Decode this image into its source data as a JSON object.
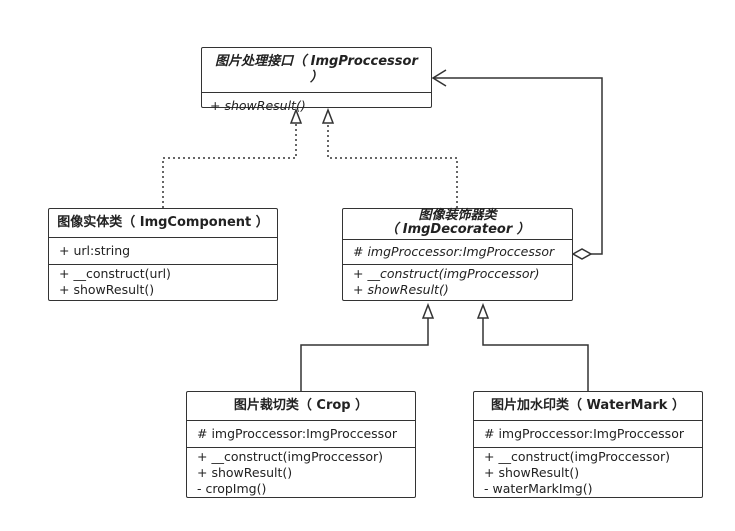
{
  "classes": {
    "processor": {
      "title": "图片处理接口（ ImgProccessor ）",
      "methods": [
        "+ showResult()"
      ]
    },
    "component": {
      "title": "图像实体类（ ImgComponent ）",
      "attributes": [
        "+ url:string"
      ],
      "methods": [
        "+ __construct(url)",
        "+ showResult()"
      ]
    },
    "decorator": {
      "title_line1": "图像装饰器类",
      "title_line2": "（ ImgDecorateor ）",
      "attributes": [
        "# imgProccessor:ImgProccessor"
      ],
      "methods": [
        "+ __construct(imgProccessor)",
        "+ showResult()"
      ]
    },
    "crop": {
      "title": "图片裁切类（ Crop ）",
      "attributes": [
        "# imgProccessor:ImgProccessor"
      ],
      "methods": [
        "+ __construct(imgProccessor)",
        "+ showResult()",
        "- cropImg()"
      ]
    },
    "watermark": {
      "title": "图片加水印类（ WaterMark ）",
      "attributes": [
        "# imgProccessor:ImgProccessor"
      ],
      "methods": [
        "+ __construct(imgProccessor)",
        "+ showResult()",
        "- waterMarkImg()"
      ]
    }
  },
  "colors": {
    "line": "#333333",
    "background": "#ffffff"
  }
}
